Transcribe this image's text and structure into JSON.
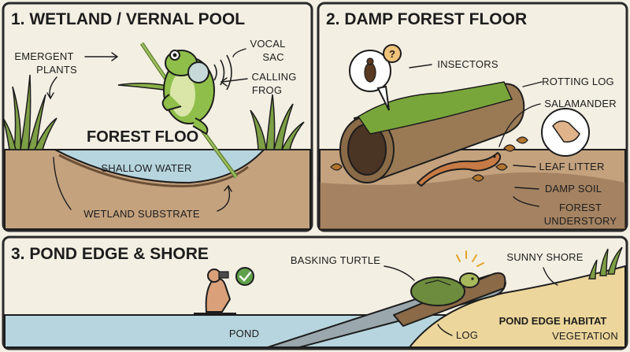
{
  "panel1": {
    "title": "1. WETLAND / VERNAL POOL",
    "labels": {
      "emergent_plants": [
        "EMERGENT",
        "PLANTS"
      ],
      "vocal_sac": [
        "VOCAL",
        "SAC"
      ],
      "calling_frog": [
        "CALLING",
        "FROG"
      ],
      "forest_floor": "FOREST FLOO",
      "shallow_water": "SHALLOW WATER",
      "wetland_substrate": "WETLAND SUBSTRATE"
    }
  },
  "panel2": {
    "title": "2. DAMP FOREST FLOOR",
    "labels": {
      "insectors": "INSECTORS",
      "rotting_log": "ROTTING LOG",
      "salamander": "SALAMANDER",
      "leaf_litter": "LEAF LITTER",
      "damp_soil": "DAMP SOIL",
      "forest_understory": [
        "FOREST",
        "UNDERSTORY"
      ],
      "question_mark": "?"
    }
  },
  "panel3": {
    "title": "3. POND EDGE & SHORE",
    "labels": {
      "basking_turtle": "BASKING TURTLE",
      "sunny_shore": "SUNNY SHORE",
      "pond": "POND",
      "log": "LOG",
      "pond_edge_habitat": "POND EDGE HABITAT",
      "vegetation": "VEGETATION"
    }
  },
  "colors": {
    "background": "#f4efe3",
    "water": "#b7d5de",
    "soil": "#c4a27e",
    "dark_soil": "#7a5a3d",
    "frog_green": "#8fbf4a",
    "moss": "#79a63a",
    "sand": "#ecd69b",
    "check_green": "#5fa04a"
  }
}
